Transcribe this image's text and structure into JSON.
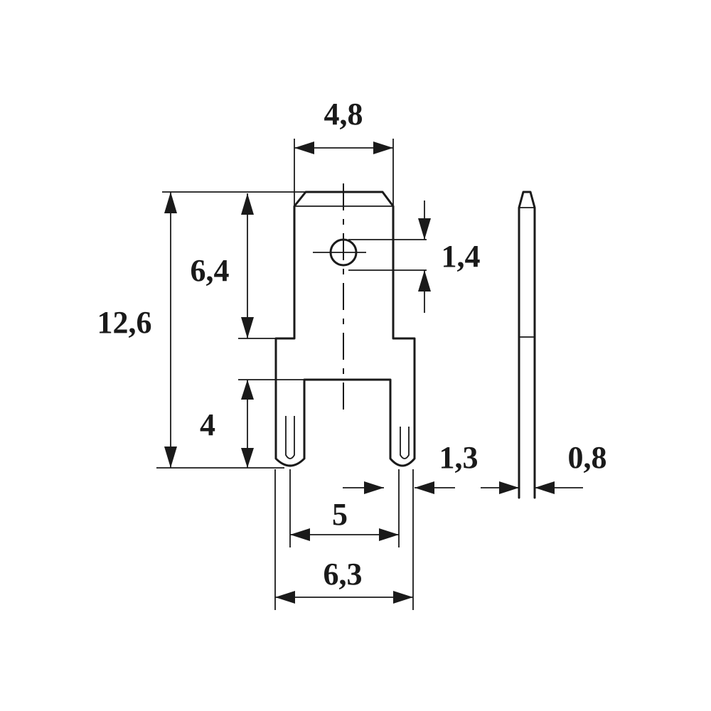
{
  "dimensions": {
    "tab_width": "4,8",
    "hole": "1,4",
    "tab_length": "6,4",
    "overall_length": "12,6",
    "slot_depth": "4",
    "slot_width": "1,3",
    "thickness": "0,8",
    "inner_width": "5",
    "outer_width": "6,3"
  }
}
